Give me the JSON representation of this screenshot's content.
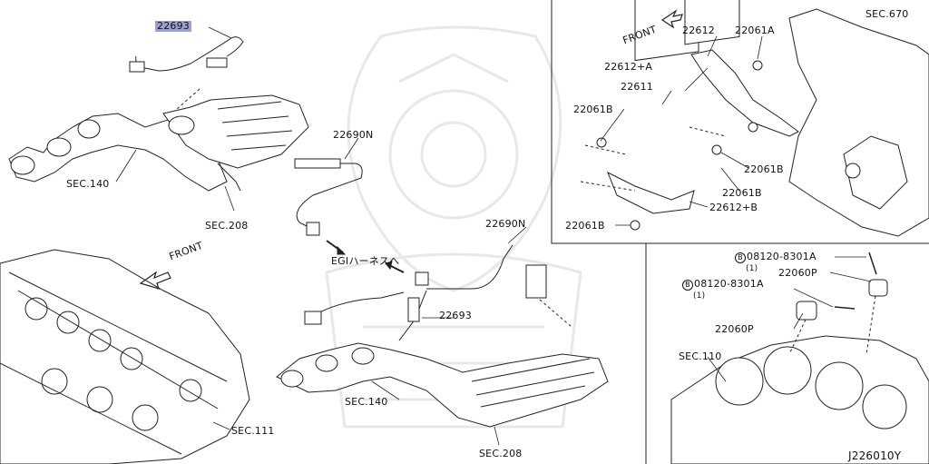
{
  "labels": {
    "part_22693_highlight": "22693",
    "sec_140_top": "SEC.140",
    "sec_208_top": "SEC.208",
    "part_22690N_top": "22690N",
    "egi_harness": "EGIハーネスへ",
    "part_22690N_mid": "22690N",
    "part_22693_mid": "22693",
    "sec_140_bottom": "SEC.140",
    "sec_208_bottom": "SEC.208",
    "sec_111": "SEC.111",
    "front_left": "FRONT",
    "front_right": "FRONT",
    "part_22612": "22612",
    "part_22061A": "22061A",
    "sec_670": "SEC.670",
    "part_22612A": "22612+A",
    "part_22611": "22611",
    "part_22061B_1": "22061B",
    "part_22061B_2": "22061B",
    "part_22061B_3": "22061B",
    "part_22612B": "22612+B",
    "part_22061B_4": "22061B",
    "bolt_1_circle": "B",
    "bolt_1": "08120-8301A",
    "bolt_1_qty": "(1)",
    "part_22060P_1": "22060P",
    "bolt_2_circle": "B",
    "bolt_2": "08120-8301A",
    "bolt_2_qty": "(1)",
    "part_22060P_2": "22060P",
    "sec_110": "SEC.110",
    "diagram_id": "J226010Y"
  },
  "colors": {
    "highlight": "#9aa1cf",
    "line": "#222222",
    "watermark": "#e6e6e6"
  }
}
